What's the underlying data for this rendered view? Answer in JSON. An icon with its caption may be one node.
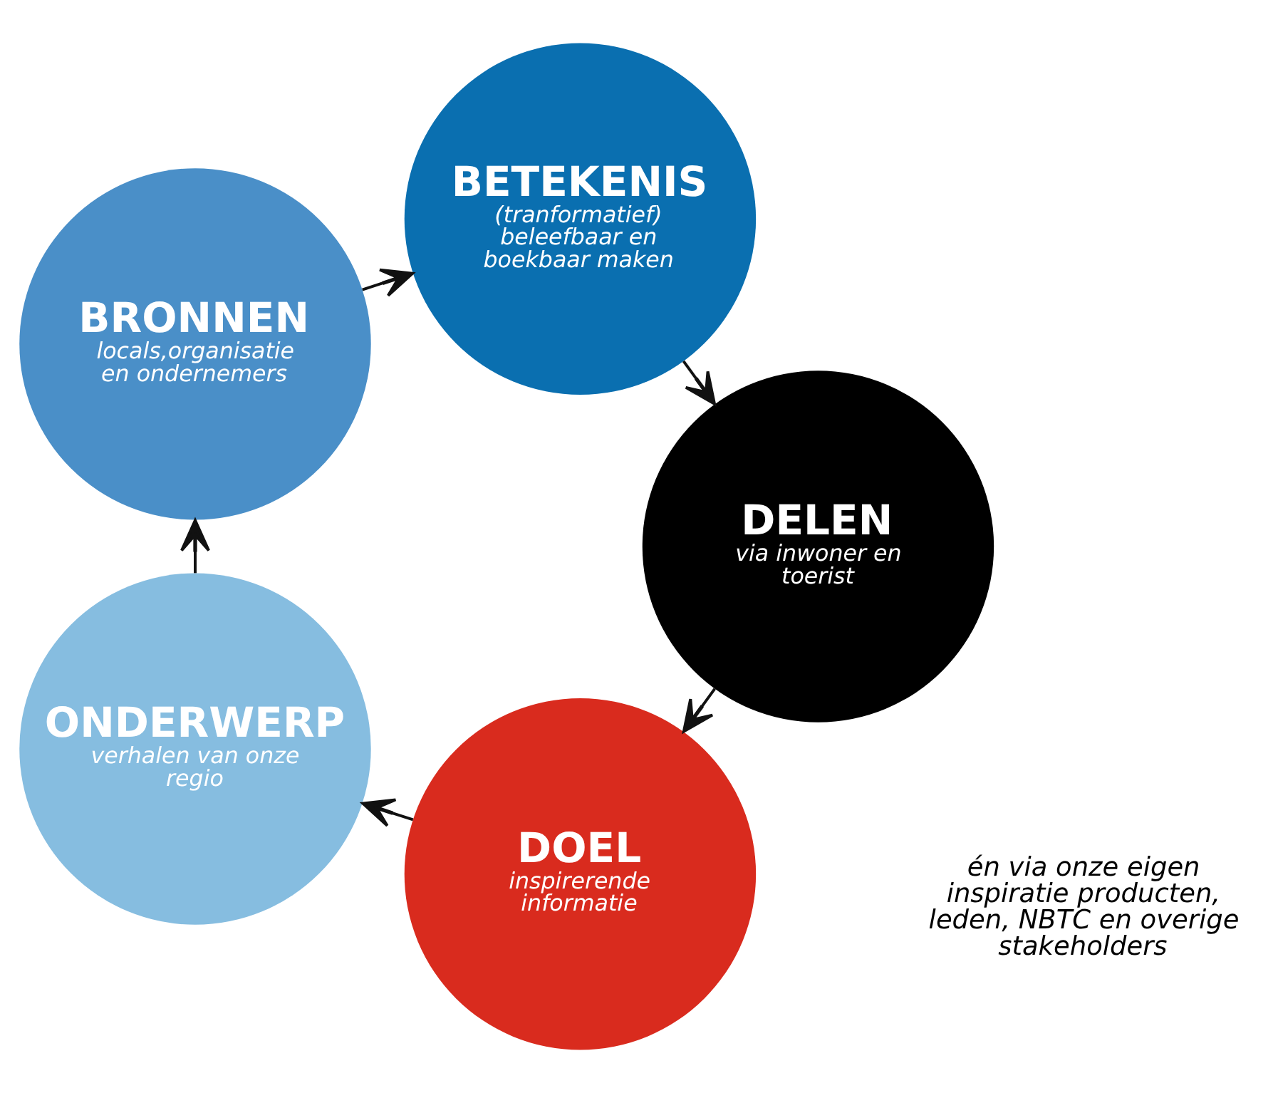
{
  "diagram": {
    "nodes": [
      {
        "text": [
          "DOEL",
          "inspirerende informatie"
        ]
      },
      {
        "text": [
          "ONDERWERP",
          "verhalen van onze regio"
        ]
      },
      {
        "text": [
          "BRONNEN",
          "locals,organisatie en ondernemers"
        ]
      },
      {
        "text": [
          "BETEKENIS",
          "(tranformatief) beleefbaar en boekbaar maken"
        ]
      },
      {
        "text": [
          "DELEN",
          "via inwoner en toerist"
        ]
      }
    ],
    "edges": [
      {
        "from": 0,
        "to": 1,
        "arrow": "to"
      },
      {
        "from": 1,
        "to": 2,
        "arrow": "to"
      },
      {
        "from": 2,
        "to": 3,
        "arrow": "to"
      },
      {
        "from": 3,
        "to": 4,
        "arrow": "to"
      },
      {
        "from": 4,
        "to": 0,
        "arrow": "to"
      }
    ],
    "labels": [
      "én via onze eigen inspiratie producten, leden, NBTC en overige stakeholders"
    ]
  }
}
